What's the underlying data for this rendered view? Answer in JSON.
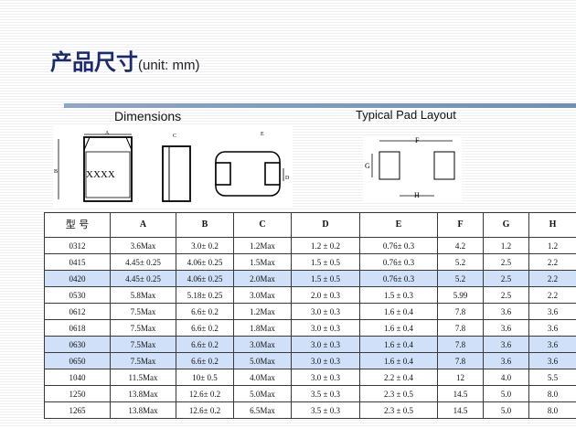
{
  "header": {
    "title_cn": "产品尺寸",
    "title_unit": "(unit: mm)"
  },
  "dimensions": {
    "label": "Dimensions",
    "marking": "XXXX",
    "letters": {
      "a": "A",
      "b": "B",
      "c": "C",
      "d": "D",
      "e": "E"
    }
  },
  "pad_layout": {
    "label": "Typical Pad Layout",
    "letters": {
      "f": "F",
      "g": "G",
      "h": "H"
    }
  },
  "table": {
    "columns": [
      "型 号",
      "A",
      "B",
      "C",
      "D",
      "E",
      "F",
      "G",
      "H"
    ],
    "rows": [
      {
        "highlight": false,
        "cells": [
          "0312",
          "3.6Max",
          "3.0± 0.2",
          "1.2Max",
          "1.2 ± 0.2",
          "0.76± 0.3",
          "4.2",
          "1.2",
          "1.2"
        ]
      },
      {
        "highlight": false,
        "cells": [
          "0415",
          "4.45± 0.25",
          "4.06± 0.25",
          "1.5Max",
          "1.5 ± 0.5",
          "0.76± 0.3",
          "5.2",
          "2.5",
          "2.2"
        ]
      },
      {
        "highlight": true,
        "cells": [
          "0420",
          "4.45± 0.25",
          "4.06± 0.25",
          "2.0Max",
          "1.5 ± 0.5",
          "0.76± 0.3",
          "5.2",
          "2.5",
          "2.2"
        ]
      },
      {
        "highlight": false,
        "cells": [
          "0530",
          "5.8Max",
          "5.18± 0.25",
          "3.0Max",
          "2.0 ± 0.3",
          "1.5 ± 0.3",
          "5.99",
          "2.5",
          "2.2"
        ]
      },
      {
        "highlight": false,
        "cells": [
          "0612",
          "7.5Max",
          "6.6± 0.2",
          "1.2Max",
          "3.0 ± 0.3",
          "1.6 ± 0.4",
          "7.8",
          "3.6",
          "3.6"
        ]
      },
      {
        "highlight": false,
        "cells": [
          "0618",
          "7.5Max",
          "6.6± 0.2",
          "1.8Max",
          "3.0 ± 0.3",
          "1.6 ± 0.4",
          "7.8",
          "3.6",
          "3.6"
        ]
      },
      {
        "highlight": true,
        "cells": [
          "0630",
          "7.5Max",
          "6.6± 0.2",
          "3.0Max",
          "3.0 ± 0.3",
          "1.6 ± 0.4",
          "7.8",
          "3.6",
          "3.6"
        ]
      },
      {
        "highlight": true,
        "cells": [
          "0650",
          "7.5Max",
          "6.6± 0.2",
          "5.0Max",
          "3.0 ± 0.3",
          "1.6 ± 0.4",
          "7.8",
          "3.6",
          "3.6"
        ]
      },
      {
        "highlight": false,
        "cells": [
          "1040",
          "11.5Max",
          "10± 0.5",
          "4.0Max",
          "3.0 ± 0.3",
          "2.2 ± 0.4",
          "12",
          "4.0",
          "5.5"
        ]
      },
      {
        "highlight": false,
        "cells": [
          "1250",
          "13.8Max",
          "12.6± 0.2",
          "5.0Max",
          "3.5 ± 0.3",
          "2.3 ± 0.5",
          "14.5",
          "5.0",
          "8.0"
        ]
      },
      {
        "highlight": false,
        "cells": [
          "1265",
          "13.8Max",
          "12.6± 0.2",
          "6.5Max",
          "3.5 ± 0.3",
          "2.3 ± 0.5",
          "14.5",
          "5.0",
          "8.0"
        ]
      }
    ]
  }
}
